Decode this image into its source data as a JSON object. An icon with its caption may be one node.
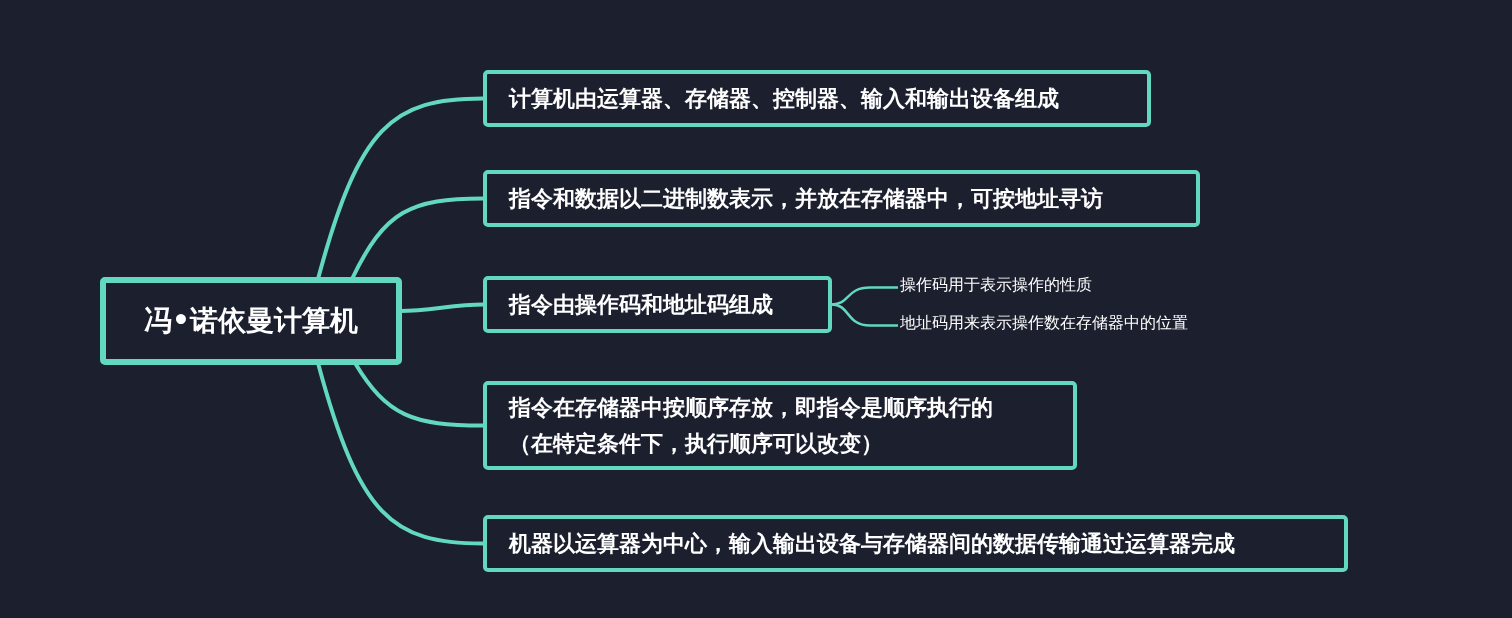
{
  "diagram": {
    "nodes": [
      {
        "text": [
          "冯•诺依曼计算机"
        ]
      },
      {
        "text": [
          "计算机由运算器、存储器、控制器、输入和输出设备组成"
        ]
      },
      {
        "text": [
          "指令和数据以二进制数表示，并放在存储器中，可按地址寻访"
        ]
      },
      {
        "text": [
          "指令由操作码和地址码组成"
        ]
      },
      {
        "text": [
          "指令在存储器中按顺序存放，即指令是顺序执行的（在特定条件下，执行顺序可以改变）"
        ]
      },
      {
        "text": [
          "机器以运算器为中心，输入输出设备与存储器间的数据传输通过运算器完成"
        ]
      },
      {
        "text": [
          "操作码用于表示操作的性质"
        ]
      },
      {
        "text": [
          "地址码用来表示操作数在存储器中的位置"
        ]
      }
    ],
    "edges": [
      {
        "from": 0,
        "to": 1,
        "arrow": "none"
      },
      {
        "from": 0,
        "to": 2,
        "arrow": "none"
      },
      {
        "from": 0,
        "to": 3,
        "arrow": "none"
      },
      {
        "from": 0,
        "to": 4,
        "arrow": "none"
      },
      {
        "from": 0,
        "to": 5,
        "arrow": "none"
      },
      {
        "from": 3,
        "to": 6,
        "arrow": "none"
      },
      {
        "from": 3,
        "to": 7,
        "arrow": "none"
      }
    ]
  }
}
